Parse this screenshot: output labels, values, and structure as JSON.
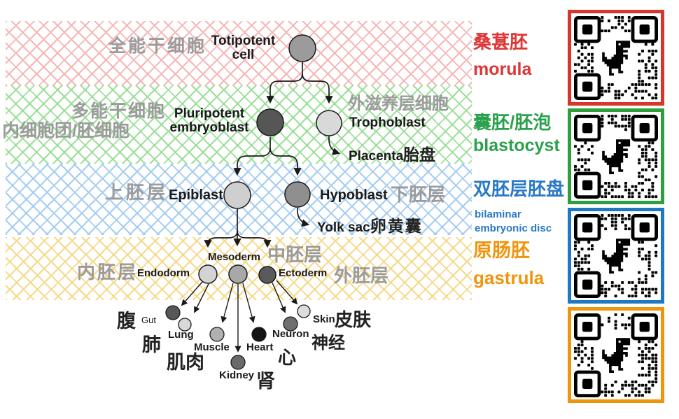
{
  "diagram": {
    "nodes": {
      "totipotent_zh": "全能干细胞",
      "totipotent_en_line1": "Totipotent",
      "totipotent_en_line2": "cell",
      "pluripotent_zh_line1": "多能干细胞",
      "pluripotent_zh_line2": "内细胞团/胚细胞",
      "pluripotent_en_line1": "Pluripotent",
      "pluripotent_en_line2": "embryoblast",
      "trophoblast_zh": "外滋养层细胞",
      "trophoblast_en": "Trophoblast",
      "placenta_en": "Placenta",
      "placenta_zh": "胎盘",
      "epiblast_zh": "上胚层",
      "epiblast_en": "Epiblast",
      "hypoblast_en": "Hypoblast",
      "hypoblast_zh": "下胚层",
      "yolksac_en": "Yolk sac",
      "yolksac_zh": "卵黄囊",
      "endoderm_zh": "内胚层",
      "endoderm_en": "Endodorm",
      "mesoderm_en": "Mesoderm",
      "mesoderm_zh": "中胚层",
      "ectoderm_en": "Ectoderm",
      "ectoderm_zh": "外胚层"
    },
    "organs": {
      "gut_en": "Gut",
      "gut_zh": "腹",
      "lung_en": "Lung",
      "lung_zh": "肺",
      "muscle_en": "Muscle",
      "muscle_zh": "肌肉",
      "kidney_en": "Kidney",
      "kidney_zh": "肾",
      "heart_en": "Heart",
      "heart_zh": "心",
      "neuron_en": "Neuron",
      "neuron_zh": "神经",
      "skin_en": "Skin",
      "skin_zh": "皮肤"
    },
    "stages": [
      {
        "zh": "桑葚胚",
        "en": "morula",
        "color": "#dd3636",
        "hatch_color": "#f6b6b6"
      },
      {
        "zh": "囊胚/胚泡",
        "en": "blastocyst",
        "color": "#2aa14c",
        "hatch_color": "#9ddf9a"
      },
      {
        "zh": "双胚层胚盘",
        "en_line1": "bilaminar",
        "en_line2": "embryonic disc",
        "color": "#2a79c6",
        "hatch_color": "#a6cdf2"
      },
      {
        "zh": "原肠胚",
        "en": "gastrula",
        "color": "#f0950b",
        "hatch_color": "#f6d98a"
      }
    ],
    "node_colors": {
      "totipotent": "#9b9b9b",
      "embryoblast": "#565656",
      "trophoblast": "#d9d9d9",
      "epiblast": "#cfcfcf",
      "hypoblast": "#8f8f8f",
      "endoderm": "#d3d3d3",
      "mesoderm": "#a8a8a8",
      "ectoderm": "#5a5a5a",
      "gut": "#575757",
      "lung": "#d8d8d8",
      "muscle": "#b0b0b0",
      "kidney": "#6a6a6a",
      "heart": "#151515",
      "neuron": "#6e6e6e",
      "skin": "#dddddd"
    }
  },
  "qr_codes": [
    {
      "name": "qr-morula",
      "border_color": "#d8352c"
    },
    {
      "name": "qr-blastocyst",
      "border_color": "#2f9e3d"
    },
    {
      "name": "qr-bilaminar",
      "border_color": "#1f78c1"
    },
    {
      "name": "qr-gastrula",
      "border_color": "#ef940d"
    }
  ]
}
